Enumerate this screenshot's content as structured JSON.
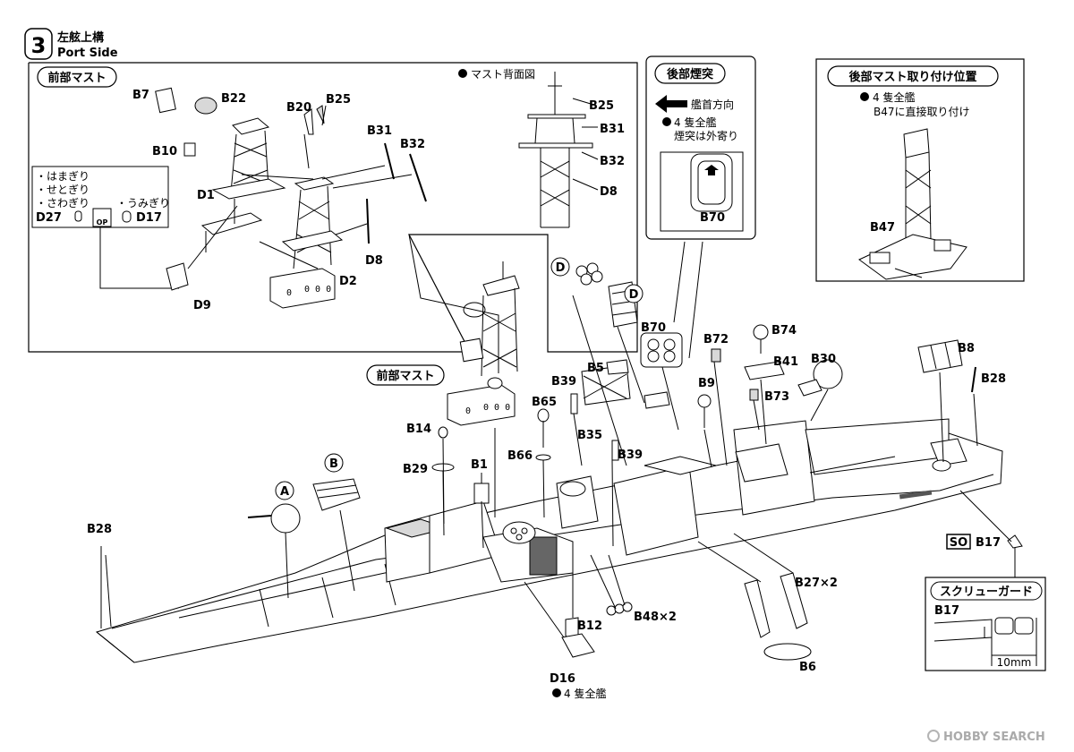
{
  "step": {
    "number": "3",
    "title_jp": "左舷上構",
    "title_en": "Port Side"
  },
  "panels": {
    "front_mast": {
      "title": "前部マスト",
      "back_view_caption": "マスト背面図",
      "variant_names": [
        "・はまぎり",
        "・せとぎり",
        "・さわぎり"
      ],
      "variant_part": "D27",
      "option_badge": "OP",
      "alt_variant_name": "・うみぎり",
      "alt_variant_part": "D17"
    },
    "rear_funnel": {
      "title": "後部煙突",
      "direction": "艦首方向",
      "note1": "4 隻全艦",
      "note2": "煙突は外寄り"
    },
    "rear_mast_position": {
      "title": "後部マスト取り付け位置",
      "note1": "4 隻全艦",
      "note2": "B47に直接取り付け"
    },
    "screw_guard": {
      "title": "スクリューガード",
      "dimension": "10mm"
    }
  },
  "main_labels": {
    "front_mast_callout": "前部マスト",
    "all_ships_note": "4 隻全艦",
    "so_badge": "SO"
  },
  "circle_refs": [
    "A",
    "B",
    "D",
    "D"
  ],
  "part_labels": {
    "B7": "B7",
    "B22": "B22",
    "B20": "B20",
    "B25": "B25",
    "B10": "B10",
    "B31": "B31",
    "B32": "B32",
    "D1": "D1",
    "D8": "D8",
    "D2": "D2",
    "D9": "D9",
    "B25b": "B25",
    "B31b": "B31",
    "B32b": "B32",
    "D8b": "D8",
    "B70": "B70",
    "B70b": "B70",
    "B47": "B47",
    "B72": "B72",
    "B74": "B74",
    "B30": "B30",
    "B8": "B8",
    "B28": "B28",
    "B5": "B5",
    "B39": "B39",
    "B41": "B41",
    "B9": "B9",
    "B73": "B73",
    "B65": "B65",
    "B35": "B35",
    "B39b": "B39",
    "B66": "B66",
    "B14": "B14",
    "B29": "B29",
    "B1": "B1",
    "B28b": "B28",
    "B17": "B17",
    "B17b": "B17",
    "B12": "B12",
    "D16": "D16",
    "B48": "B48×2",
    "B27": "B27×2",
    "B6": "B6"
  },
  "watermark": "HOBBY SEARCH",
  "colors": {
    "ink": "#000000",
    "paper": "#ffffff",
    "gray": "#d8d8d8"
  }
}
